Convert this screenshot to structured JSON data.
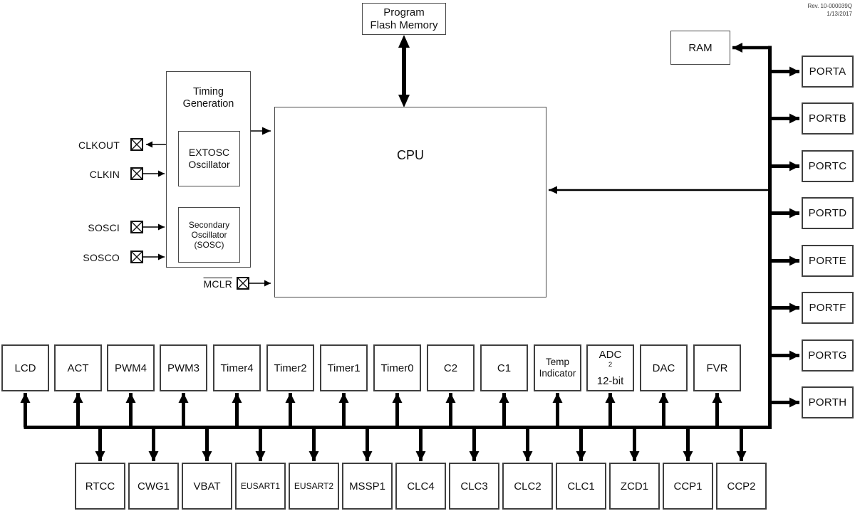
{
  "rev": {
    "line1": "Rev. 10-000039Q",
    "line2": "1/13/2017"
  },
  "blocks": {
    "program_flash": "Program\nFlash Memory",
    "ram": "RAM",
    "cpu": "CPU",
    "timing_generation": "Timing\nGeneration",
    "extosc": "EXTOSC\nOscillator",
    "secondary_osc": "Secondary\nOscillator\n(SOSC)"
  },
  "pins": {
    "clkout": "CLKOUT",
    "clkin": "CLKIN",
    "sosci": "SOSCI",
    "sosco": "SOSCO",
    "mclr": "MCLR"
  },
  "ports": [
    "PORTA",
    "PORTB",
    "PORTC",
    "PORTD",
    "PORTE",
    "PORTF",
    "PORTG",
    "PORTH"
  ],
  "peripherals_top": [
    "LCD",
    "ACT",
    "PWM4",
    "PWM3",
    "Timer4",
    "Timer2",
    "Timer1",
    "Timer0",
    "C2",
    "C1",
    "Temp\nIndicator",
    "DAC",
    "FVR"
  ],
  "adc": {
    "name": "ADC",
    "sup": "2",
    "detail": "12-bit"
  },
  "peripherals_bottom": [
    "RTCC",
    "CWG1",
    "VBAT",
    "EUSART1",
    "EUSART2",
    "MSSP1",
    "CLC4",
    "CLC3",
    "CLC2",
    "CLC1",
    "ZCD1",
    "CCP1",
    "CCP2"
  ],
  "colors": {
    "line": "#000000",
    "border": "#3f3f3f",
    "text": "#111111"
  }
}
